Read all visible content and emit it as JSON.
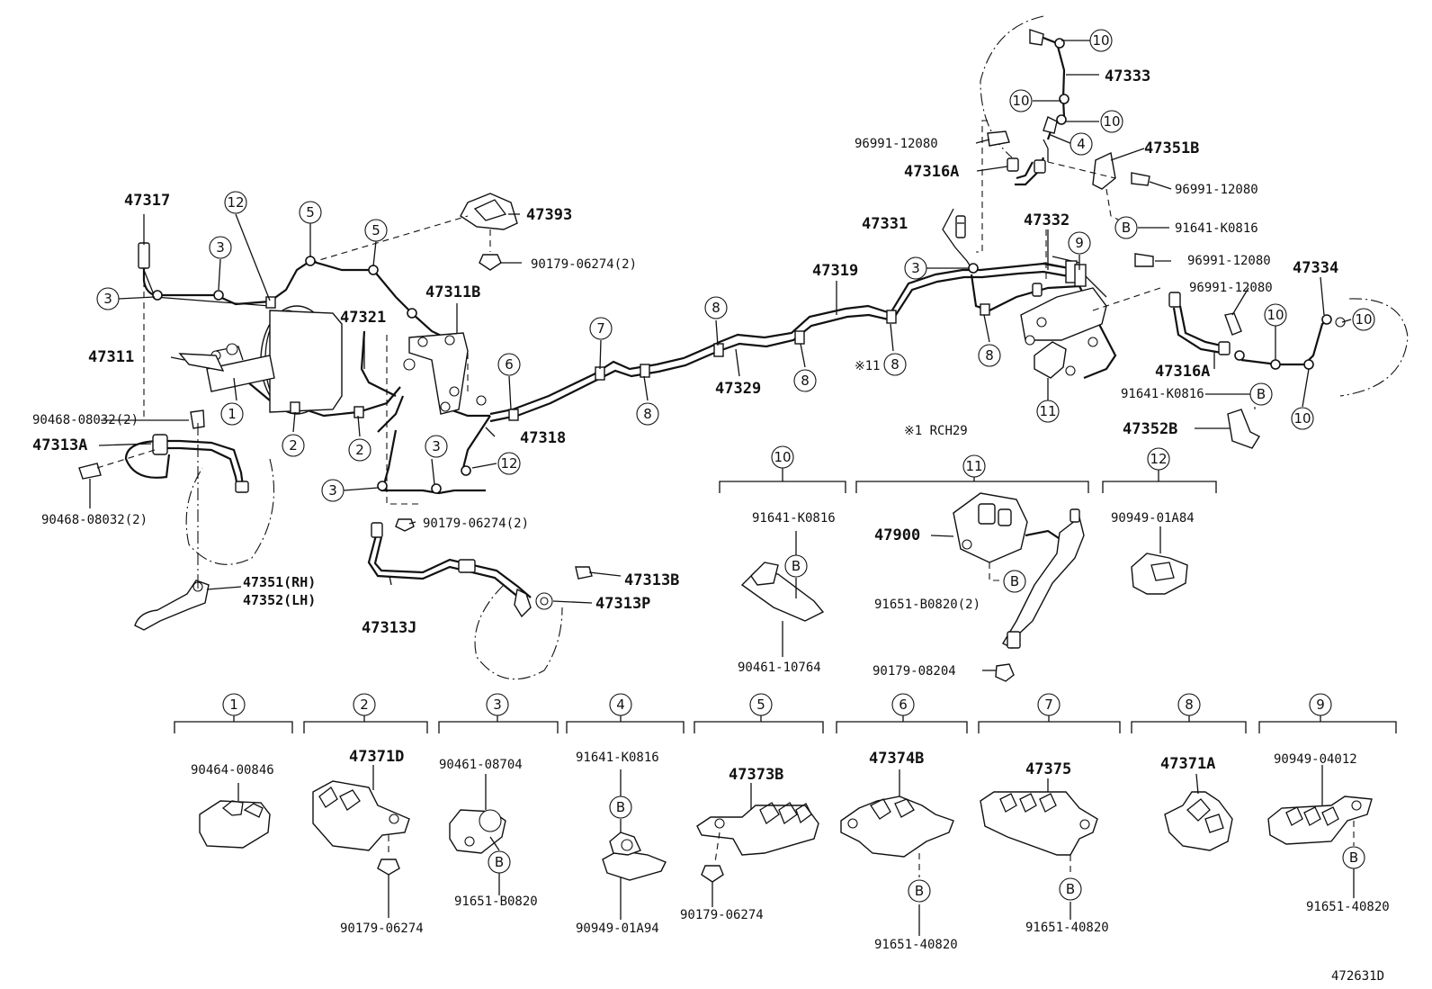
{
  "diagram": {
    "drawing_code": "472631D",
    "footnote": "※1 RCH29",
    "footnote_mark": "※1",
    "labels": {
      "l47317": "47317",
      "l47311": "47311",
      "l90468a": "90468-08032(2)",
      "l47313A": "47313A",
      "l90468b": "90468-08032(2)",
      "l47351": "47351(RH)",
      "l47352": "47352(LH)",
      "l47321": "47321",
      "l47311B": "47311B",
      "l47393": "47393",
      "l90179_2a": "90179-06274(2)",
      "l47318": "47318",
      "l90179_2b": "90179-06274(2)",
      "l47313J": "47313J",
      "l47313B": "47313B",
      "l47313P": "47313P",
      "l47319": "47319",
      "l47329": "47329",
      "l47331": "47331",
      "l47332": "47332",
      "l96991a": "96991-12080",
      "l47316A_top": "47316A",
      "l47333": "47333",
      "l47351B": "47351B",
      "l96991b": "96991-12080",
      "l91641a": "91641-K0816",
      "l96991c": "96991-12080",
      "l47334": "47334",
      "l96991d": "96991-12080",
      "l47316A_right": "47316A",
      "l91641b": "91641-K0816",
      "l47352B": "47352B",
      "l91641_g10": "91641-K0816",
      "l90461_g10": "90461-10764",
      "l47900": "47900",
      "l91651_g11": "91651-B0820(2)",
      "l90179_g11": "90179-08204",
      "l90949_g12": "90949-01A84",
      "g1_a": "90464-00846",
      "g2_a": "47371D",
      "g2_b": "90179-06274",
      "g3_a": "90461-08704",
      "g3_b": "91651-B0820",
      "g4_a": "91641-K0816",
      "g4_b": "90949-01A94",
      "g5_a": "47373B",
      "g5_b": "90179-06274",
      "g6_a": "47374B",
      "g6_b": "91651-40820",
      "g7_a": "47375",
      "g7_b": "91651-40820",
      "g8_a": "47371A",
      "g9_a": "90949-04012",
      "g9_b": "91651-40820"
    },
    "callouts": {
      "n1": "1",
      "n2": "2",
      "n3": "3",
      "n4": "4",
      "n5": "5",
      "n6": "6",
      "n7": "7",
      "n8": "8",
      "n9": "9",
      "n10": "10",
      "n11": "11",
      "n12": "12",
      "B": "B"
    }
  }
}
